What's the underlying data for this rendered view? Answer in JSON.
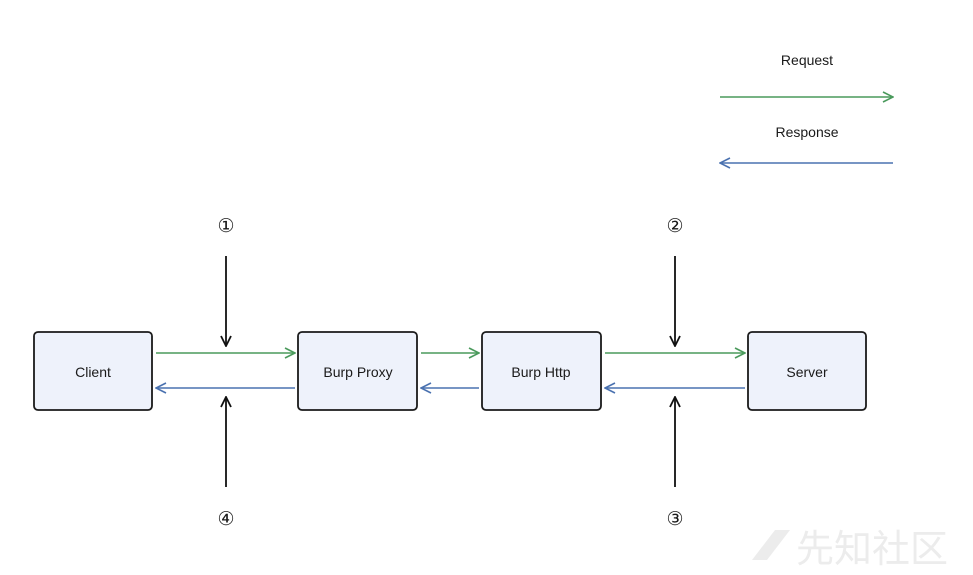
{
  "legend": {
    "request_label": "Request",
    "response_label": "Response",
    "request_color": "#4a9a5c",
    "response_color": "#4a72b0"
  },
  "nodes": {
    "client": "Client",
    "burp_proxy": "Burp Proxy",
    "burp_http": "Burp Http",
    "server": "Server",
    "fill": "#eef2fb",
    "border": "#1a1a1a"
  },
  "markers": {
    "m1": "①",
    "m2": "②",
    "m3": "③",
    "m4": "④"
  },
  "watermark": {
    "text": "先知社区"
  }
}
